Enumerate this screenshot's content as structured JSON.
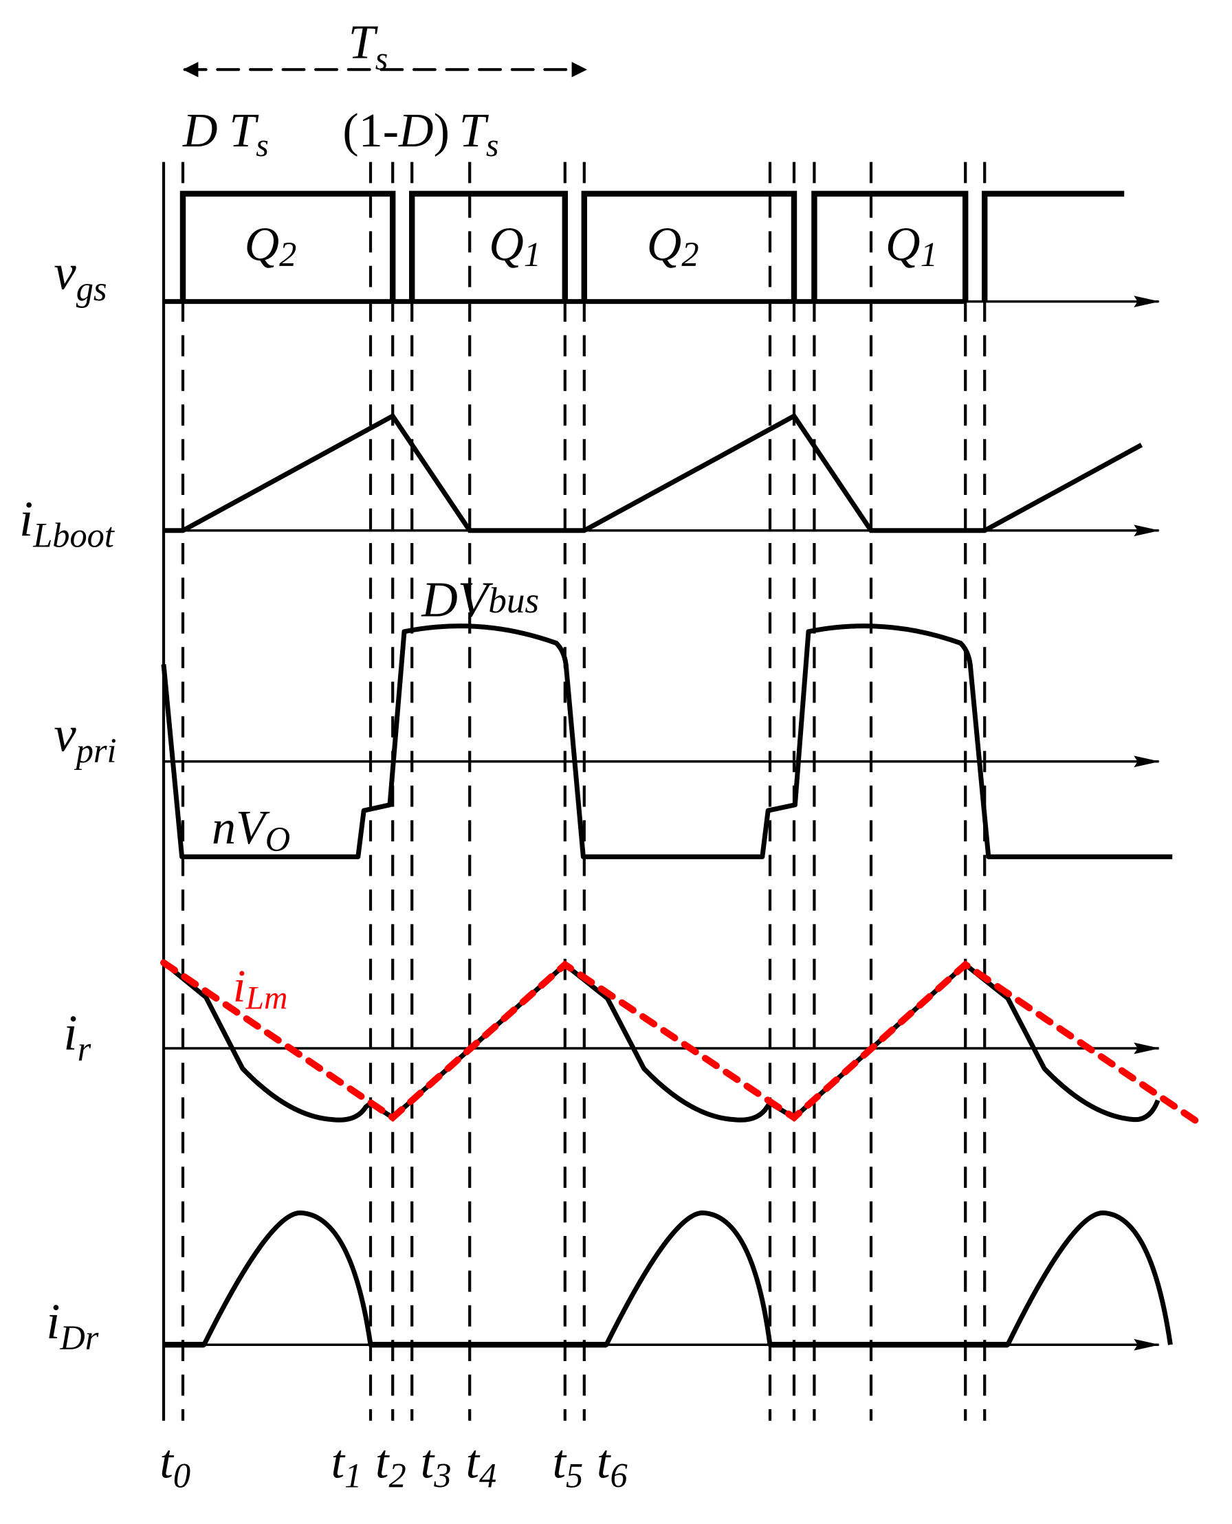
{
  "diagram": {
    "type": "timing-waveform",
    "period_label": {
      "main": "T",
      "sub": "s"
    },
    "interval_labels": {
      "d_ts": {
        "pre": "D",
        "main": "T",
        "sub": "s"
      },
      "one_minus_d_ts": {
        "open": "(1-",
        "d": "D",
        "close": ")",
        "main": "T",
        "sub": "s"
      }
    },
    "signals": [
      {
        "id": "vgs",
        "main": "v",
        "sub": "gs"
      },
      {
        "id": "iLboot",
        "main": "i",
        "sub": "Lboot"
      },
      {
        "id": "vpri",
        "main": "v",
        "sub": "pri"
      },
      {
        "id": "ir",
        "main": "i",
        "sub": "r"
      },
      {
        "id": "iDr",
        "main": "i",
        "sub": "Dr"
      }
    ],
    "gate_pulses": [
      {
        "main": "Q",
        "sub": "2"
      },
      {
        "main": "Q",
        "sub": "1"
      },
      {
        "main": "Q",
        "sub": "2"
      },
      {
        "main": "Q",
        "sub": "1"
      }
    ],
    "annotations": {
      "dvbus": {
        "main": "DV",
        "sub": "bus"
      },
      "nvo": {
        "main": "nV",
        "sub": "O"
      },
      "ilm": {
        "main": "i",
        "sub": "Lm",
        "color": "#ff0000"
      }
    },
    "time_markers": [
      {
        "main": "t",
        "sub": "0"
      },
      {
        "main": "t",
        "sub": "1"
      },
      {
        "main": "t",
        "sub": "2"
      },
      {
        "main": "t",
        "sub": "3"
      },
      {
        "main": "t",
        "sub": "4"
      },
      {
        "main": "t",
        "sub": "5"
      },
      {
        "main": "t",
        "sub": "6"
      }
    ],
    "colors": {
      "waveform": "#000000",
      "magnetizing_current": "#ff0000",
      "background": "#ffffff"
    }
  }
}
